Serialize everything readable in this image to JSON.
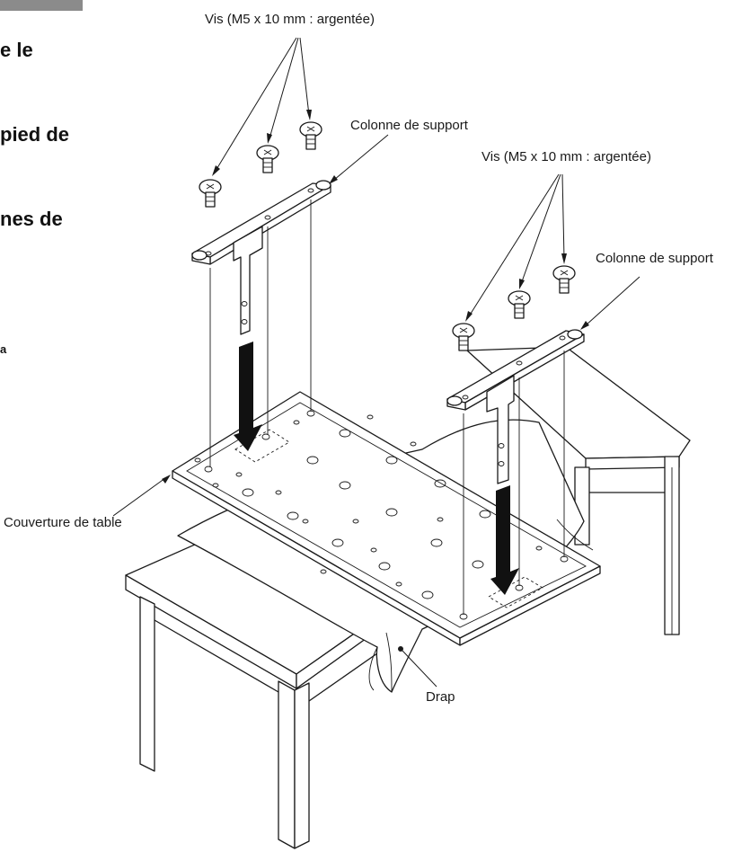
{
  "page": {
    "heading_fragments": [
      "e le",
      "pied de",
      "nes de"
    ],
    "small_fragment": "a"
  },
  "labels": {
    "screws_left": "Vis (M5 x 10 mm : argentée)",
    "support_column_left": "Colonne de support",
    "screws_right": "Vis (M5 x 10 mm : argentée)",
    "support_column_right": "Colonne de support",
    "table_cover": "Couverture de table",
    "sheet": "Drap"
  }
}
